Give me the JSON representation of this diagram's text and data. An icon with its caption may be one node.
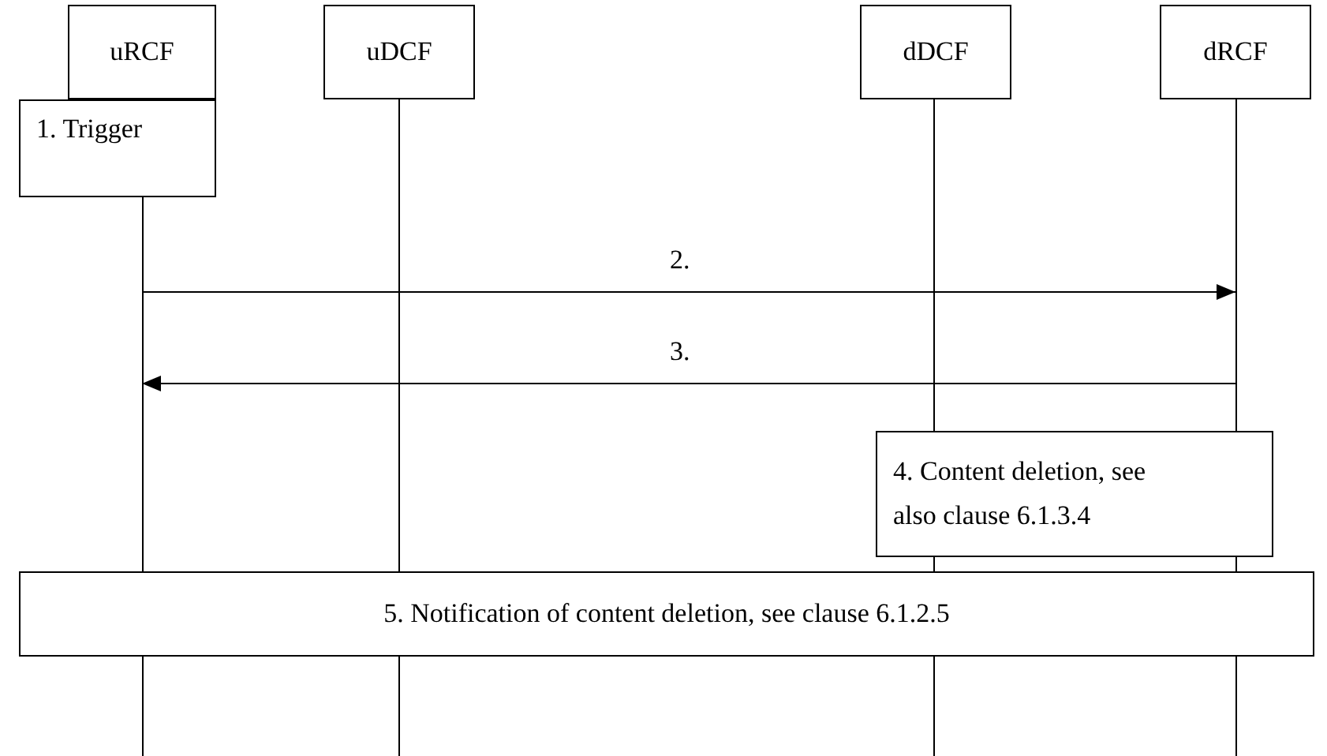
{
  "diagram": {
    "nodes": [
      {
        "text": [
          "uRCF"
        ]
      },
      {
        "text": [
          "uDCF"
        ]
      },
      {
        "text": [
          "dDCF"
        ]
      },
      {
        "text": [
          "dRCF"
        ]
      },
      {
        "text": [
          "1. Trigger"
        ]
      },
      {
        "text": [
          "4. Content deletion, see also clause 6.1.3.4"
        ]
      },
      {
        "text": [
          "5. Notification of content deletion, see clause 6.1.2.5"
        ]
      }
    ],
    "edges": [
      {
        "from": 0,
        "to": 3,
        "arrow": "to",
        "label": "2."
      },
      {
        "from": 3,
        "to": 0,
        "arrow": "to",
        "label": "3."
      }
    ]
  }
}
